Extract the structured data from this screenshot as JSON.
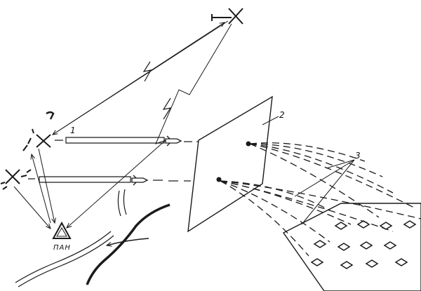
{
  "labels": {
    "one": "1",
    "two": "2",
    "three": "3",
    "pan": "ПАН"
  },
  "icons": {
    "aircraft": "aircraft-x-icon",
    "control_post": "triangle-icon",
    "missile": "rocket-icon"
  },
  "colors": {
    "ink": "#1a1a1a",
    "paper": "#ffffff"
  }
}
